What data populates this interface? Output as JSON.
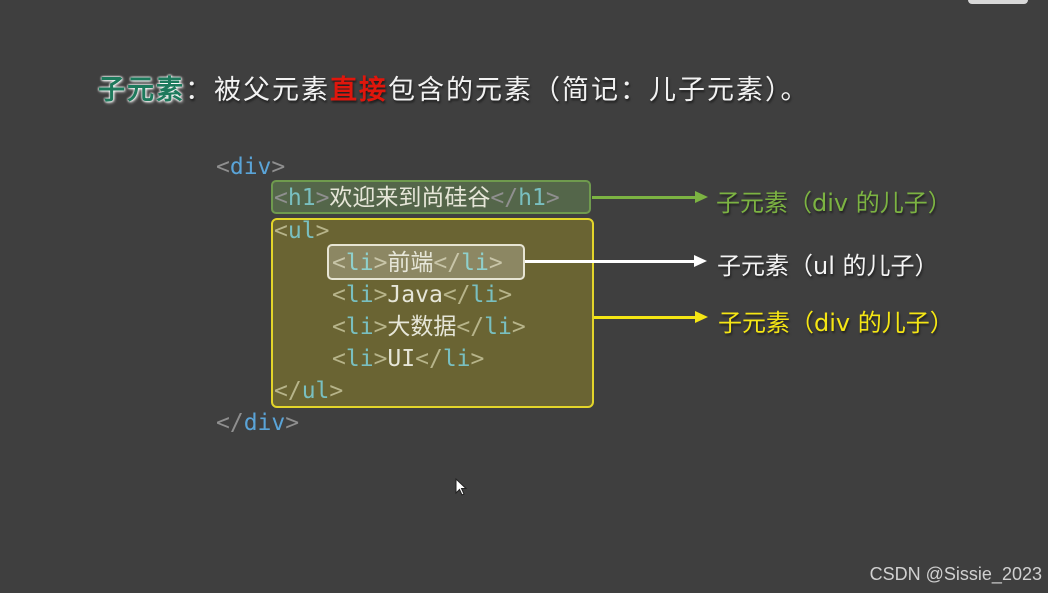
{
  "heading": {
    "term": "子元素",
    "colon": "：",
    "part1": "被父元素",
    "emphasis": "直接",
    "part2": "包含的元素（简记：儿子元素）。"
  },
  "code": {
    "div_open": {
      "lt": "<",
      "tag": "div",
      "gt": ">"
    },
    "h1_line": {
      "open_lt": "<",
      "open_tag": "h1",
      "open_gt": ">",
      "text": "欢迎来到尚硅谷",
      "close_lt": "</",
      "close_tag": "h1",
      "close_gt": ">"
    },
    "ul_open": {
      "lt": "<",
      "tag": "ul",
      "gt": ">"
    },
    "li_items": [
      {
        "open_lt": "<",
        "open_tag": "li",
        "open_gt": ">",
        "text": "前端",
        "close_lt": "</",
        "close_tag": "li",
        "close_gt": ">"
      },
      {
        "open_lt": "<",
        "open_tag": "li",
        "open_gt": ">",
        "text": "Java",
        "close_lt": "</",
        "close_tag": "li",
        "close_gt": ">"
      },
      {
        "open_lt": "<",
        "open_tag": "li",
        "open_gt": ">",
        "text": "大数据",
        "close_lt": "</",
        "close_tag": "li",
        "close_gt": ">"
      },
      {
        "open_lt": "<",
        "open_tag": "li",
        "open_gt": ">",
        "text": "UI",
        "close_lt": "</",
        "close_tag": "li",
        "close_gt": ">"
      }
    ],
    "ul_close": {
      "lt": "</",
      "tag": "ul",
      "gt": ">"
    },
    "div_close": {
      "lt": "</",
      "tag": "div",
      "gt": ">"
    }
  },
  "annotations": [
    {
      "text": "子元素（div 的儿子）",
      "color": "#7cb342"
    },
    {
      "text": "子元素（ul 的儿子）",
      "color": "#ffffff"
    },
    {
      "text": "子元素（div 的儿子）",
      "color": "#f5e614"
    }
  ],
  "colors": {
    "background": "#3f3f3f",
    "term": "#1d7a5c",
    "emphasis": "#e0160c",
    "green_box": "#6f9a4e",
    "yellow_box": "#e3d52a",
    "white_box": "#e7e5d4"
  },
  "watermark": "CSDN @Sissie_2023"
}
